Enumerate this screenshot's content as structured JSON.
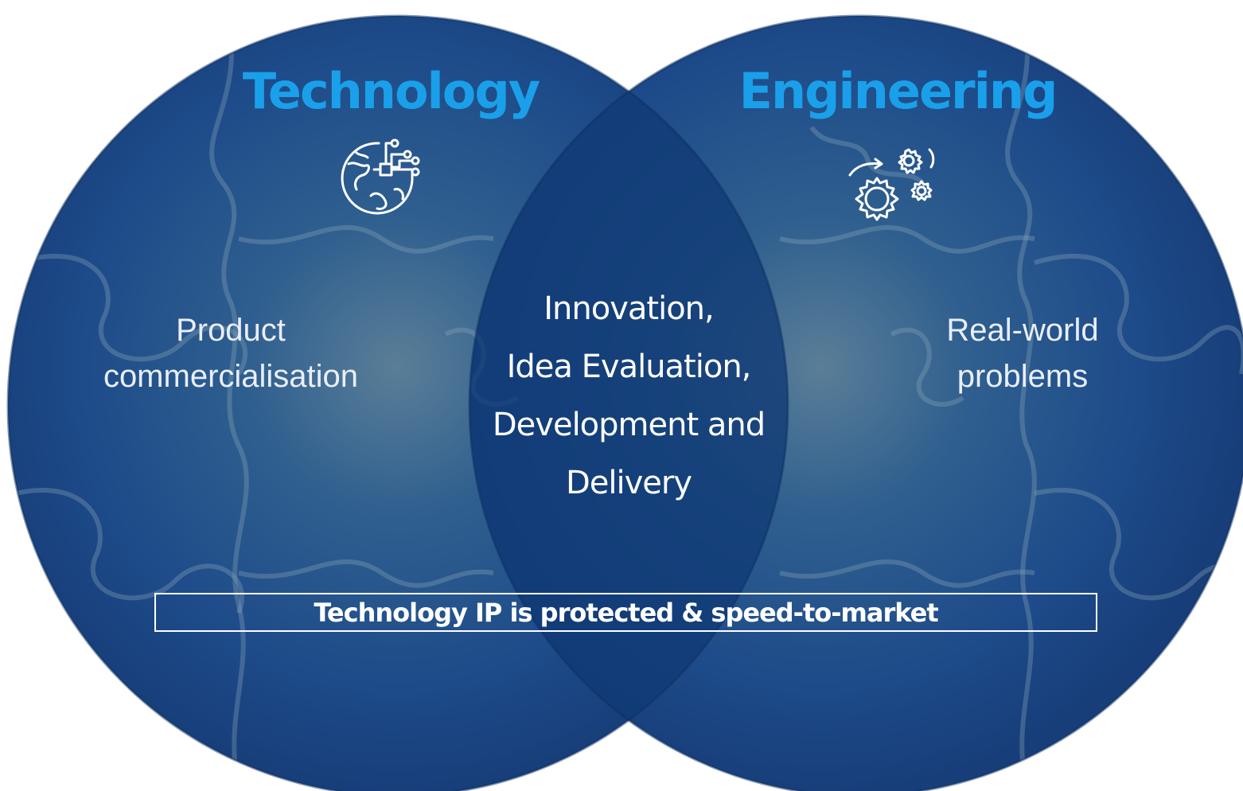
{
  "colors": {
    "circle_fill": "#1d4b8c",
    "circle_dark": "#163d75",
    "glow": "#6f8aa0",
    "overlap_fill": "#0f3a74",
    "title_color": "#1aa0ea",
    "text_color": "#ffffff"
  },
  "technology": {
    "title": "Technology",
    "icon": "globe-circuit-icon",
    "description": [
      "Product",
      "commercialisation"
    ]
  },
  "engineering": {
    "title": "Engineering",
    "icon": "gears-icon",
    "description": [
      "Real-world",
      "problems"
    ]
  },
  "overlap": {
    "lines": [
      "Innovation,",
      "Idea Evaluation,",
      "Development and",
      "Delivery"
    ]
  },
  "banner": {
    "text": "Technology IP is protected & speed-to-market"
  }
}
